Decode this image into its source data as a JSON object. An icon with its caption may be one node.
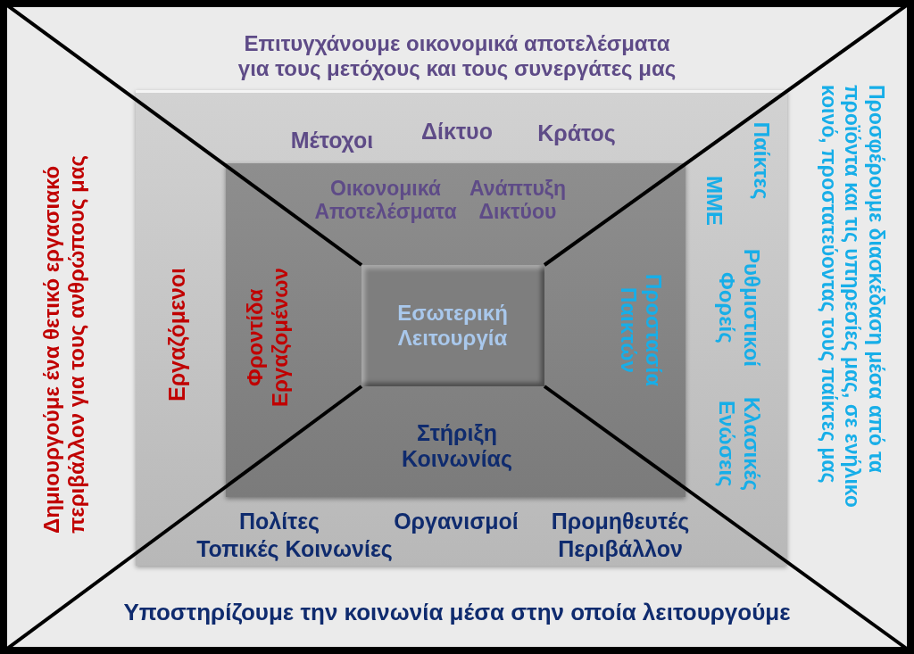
{
  "diagram": {
    "nodes": [
      {
        "text": [
          "Επιτυγχάνουμε οικονομικά αποτελέσματα για τους μετόχους και τους συνεργάτες μας",
          "Δημιουργούμε ένα θετικό εργασιακό περιβάλλον για τους ανθρώπους μας",
          "Προσφέρουμε διασκέδαση μέσα από τα προϊόντα και τις υπηρεσίες μας, σε ενήλικο κοινό, προστατεύοντας τους παίκτες μας",
          "Υποστηρίζουμε την κοινωνία μέσα στην οποία λειτουργούμε"
        ]
      },
      {
        "text": [
          "Μέτοχοι",
          "Δίκτυο",
          "Κράτος",
          "Εργαζόμενοι",
          "Παίκτες",
          "ΜΜΕ",
          "Ρυθμιστικοί Φορείς",
          "Κλασικές Ενώσεις",
          "Πολίτες",
          "Οργανισμοί",
          "Προμηθευτές",
          "Τοπικές Κοινωνίες",
          "Περιβάλλον"
        ],
        "in": 0
      },
      {
        "text": [
          "Οικονομικά Αποτελέσματα",
          "Ανάπτυξη Δικτύου",
          "Φροντίδα Εργαζομένων",
          "Προστασία Παικτών",
          "Στήριξη Κοινωνίας"
        ],
        "in": 1
      },
      {
        "text": [
          "Εσωτερική Λειτουργία"
        ],
        "in": 2
      }
    ]
  }
}
